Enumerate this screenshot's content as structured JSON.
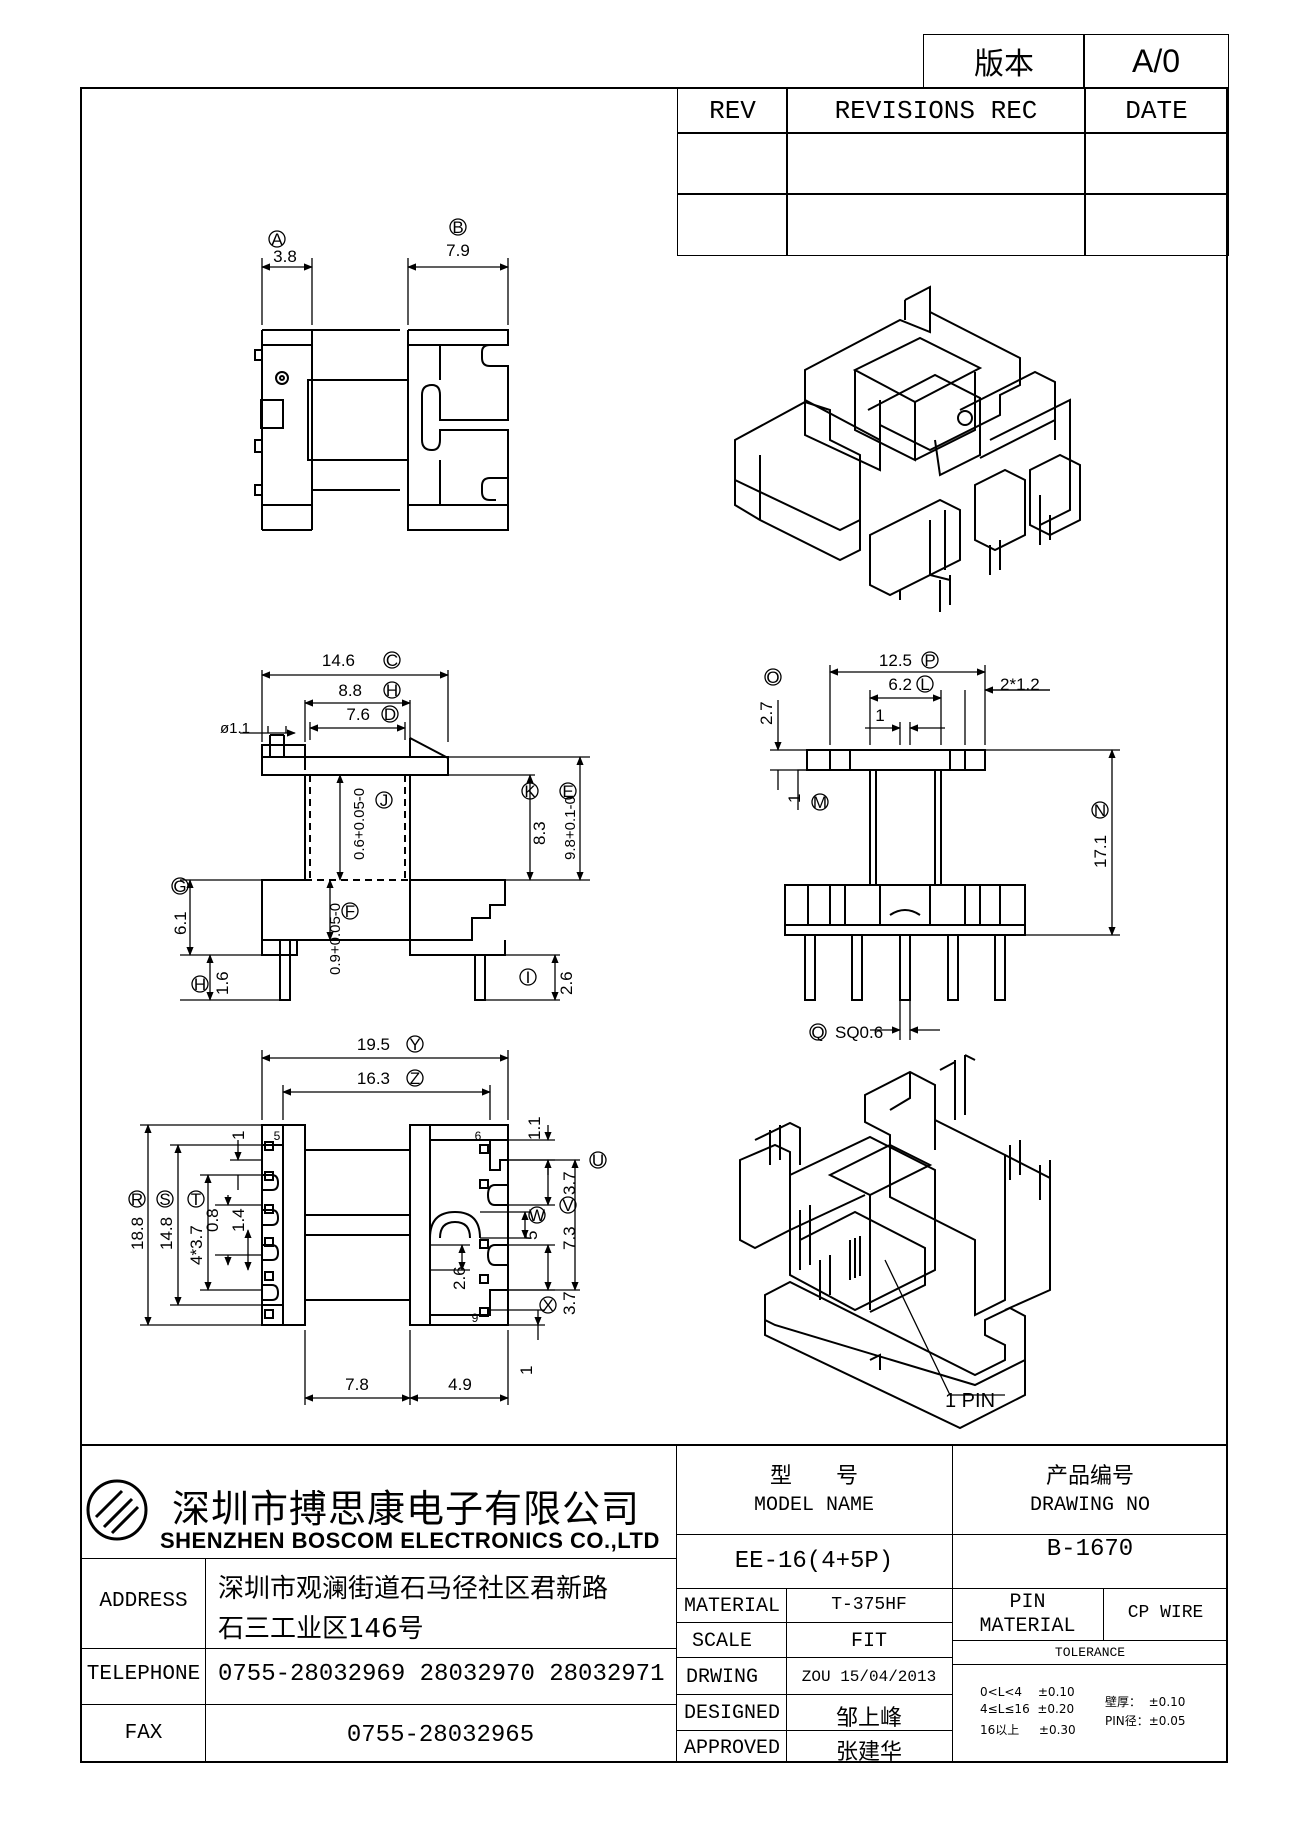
{
  "version_box": {
    "label": "版本",
    "value": "A/0"
  },
  "revisions": {
    "headers": [
      "REV",
      "REVISIONS REC",
      "DATE"
    ]
  },
  "views": {
    "top_left": {
      "dims": {
        "A": "3.8",
        "B": "7.9",
        "A_letter": "A",
        "B_letter": "B"
      }
    },
    "front": {
      "dims": {
        "C": "14.6",
        "C_letter": "C",
        "H": "8.8",
        "H_letter": "H",
        "D": "7.6",
        "D_letter": "D",
        "phi": "ø1.1",
        "J_text": "0.6+0.05-0",
        "J_letter": "J",
        "K": "8.3",
        "K_letter": "K",
        "E_text": "9.8+0.1-0",
        "E_letter": "E",
        "G": "6.1",
        "G_letter": "G",
        "F_text": "0.9+0.05-0",
        "F_letter": "F",
        "H2": "1.6",
        "H2_letter": "H",
        "I": "2.6",
        "I_letter": "I"
      }
    },
    "side": {
      "dims": {
        "P": "12.5",
        "P_letter": "P",
        "L": "6.2",
        "L_letter": "L",
        "pin_w": "2*1.2",
        "O": "2.7",
        "O_letter": "O",
        "one": "1",
        "M": "1",
        "M_letter": "M",
        "N": "17.1",
        "N_letter": "N",
        "Q": "SQ0.6",
        "Q_letter": "Q"
      }
    },
    "bottom": {
      "dims": {
        "Y": "19.5",
        "Y_letter": "Y",
        "Z": "16.3",
        "Z_letter": "Z",
        "R": "18.8",
        "R_letter": "R",
        "S": "14.8",
        "S_letter": "S",
        "T": "4*3.7",
        "T_letter": "T",
        "v08": "0.8",
        "v14": "1.4",
        "v1a": "1",
        "v11": "1.1",
        "U": "3.7",
        "U_letter": "U",
        "W": "5",
        "W_letter": "W",
        "V": "7.3",
        "V_letter": "V",
        "v26": "2.6",
        "X": "3.7",
        "X_letter": "X",
        "b1": "1",
        "w78": "7.8",
        "w49": "4.9",
        "pin5": "5",
        "pin6": "6",
        "pin9": "9"
      }
    },
    "iso_bottom": {
      "pin_label": "1 PIN"
    }
  },
  "title_block": {
    "company_cn": "深圳市搏思康电子有限公司",
    "company_en": "SHENZHEN BOSCOM ELECTRONICS CO.,LTD",
    "address_label": "ADDRESS",
    "address_line1": "深圳市观澜街道石马径社区君新路",
    "address_line2": "石三工业区146号",
    "telephone_label": "TELEPHONE",
    "telephone": "0755-28032969 28032970 28032971",
    "fax_label": "FAX",
    "fax": "0755-28032965",
    "model_cn": "型　　号",
    "model_en": "MODEL NAME",
    "model_value": "EE-16(4+5P)",
    "drawing_cn": "产品编号",
    "drawing_en": "DRAWING NO",
    "drawing_value": "B-1670",
    "material_label": "MATERIAL",
    "material_value": "T-375HF",
    "scale_label": "SCALE",
    "scale_value": "FIT",
    "drwing_label": "DRWING",
    "drwing_value": "ZOU 15/04/2013",
    "designed_label": "DESIGNED",
    "designed_value": "邹上峰",
    "approved_label": "APPROVED",
    "approved_value": "张建华",
    "pin_material_label_1": "PIN",
    "pin_material_label_2": "MATERIAL",
    "pin_material_value": "CP WIRE",
    "tolerance_label": "TOLERANCE",
    "tol_1": "0<L<4　 ±0.10",
    "tol_2": "4≤L≤16  ±0.20",
    "tol_3": "16以上　  ±0.30",
    "tol_wall": "壁厚：  ±0.10",
    "tol_pin": "PIN径：±0.05"
  }
}
